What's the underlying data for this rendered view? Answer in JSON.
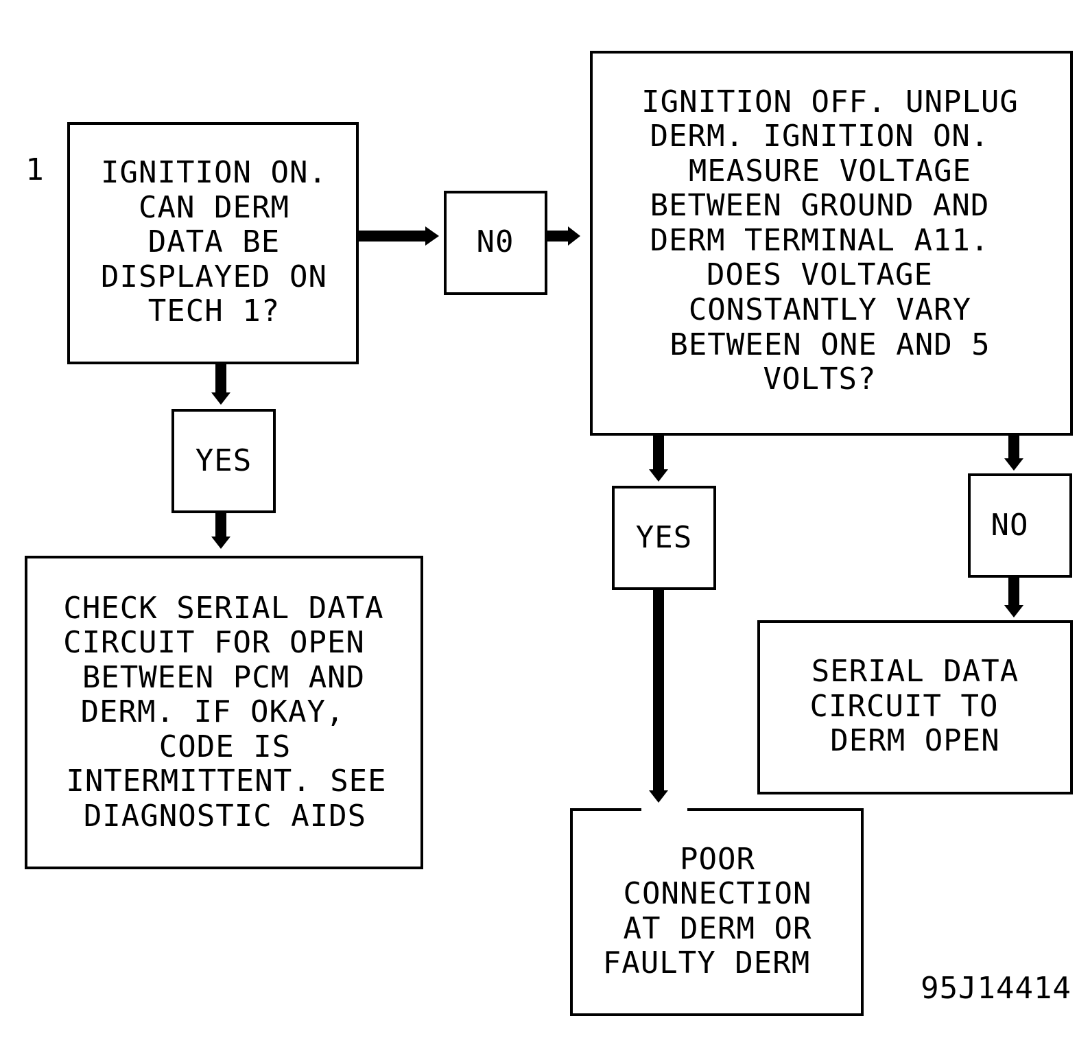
{
  "step_number": "1",
  "figure_id": "95J14414",
  "nodes": {
    "start": {
      "lines": [
        "IGNITION ON.",
        "CAN DERM",
        "DATA BE",
        "DISPLAYED ON",
        "TECH 1?"
      ]
    },
    "start_no": {
      "label": "N0"
    },
    "start_yes": {
      "label": "YES"
    },
    "check_circuit": {
      "lines": [
        "CHECK SERIAL DATA",
        "CIRCUIT FOR OPEN",
        "BETWEEN PCM AND",
        "DERM. IF OKAY,",
        "CODE IS",
        "INTERMITTENT. SEE",
        "DIAGNOSTIC AIDS"
      ]
    },
    "measure_voltage": {
      "lines": [
        "IGNITION OFF. UNPLUG",
        "DERM. IGNITION ON.",
        "MEASURE VOLTAGE",
        "BETWEEN GROUND AND",
        "DERM TERMINAL A11.",
        "DOES VOLTAGE",
        "CONSTANTLY VARY",
        "BETWEEN ONE AND 5",
        "VOLTS?"
      ]
    },
    "measure_yes": {
      "label": "YES"
    },
    "measure_no": {
      "label": "NO"
    },
    "poor_connection": {
      "lines": [
        "POOR",
        "CONNECTION",
        "AT DERM OR",
        "FAULTY DERM"
      ]
    },
    "circuit_open": {
      "lines": [
        "SERIAL DATA",
        "CIRCUIT TO",
        "DERM OPEN"
      ]
    }
  },
  "colors": {
    "ink": "#000000",
    "paper": "#ffffff"
  }
}
